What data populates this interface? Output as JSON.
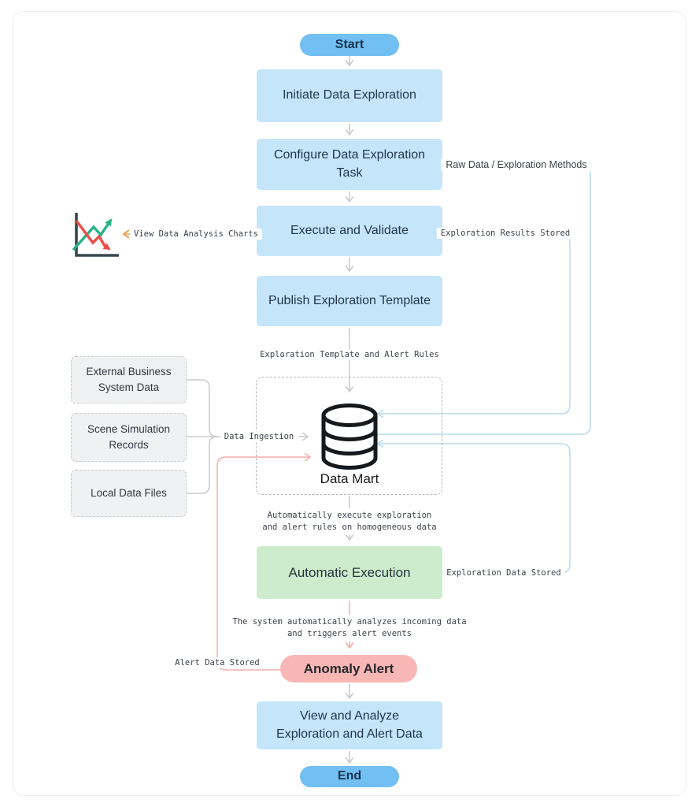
{
  "nodes": {
    "start": "Start",
    "initiate": "Initiate Data Exploration",
    "configure": "Configure Data Exploration Task",
    "execute": "Execute and Validate",
    "publish": "Publish Exploration Template",
    "data_mart": "Data Mart",
    "automatic_execution": "Automatic Execution",
    "anomaly_alert": "Anomaly Alert",
    "view_analyze": "View and Analyze Exploration and Alert Data",
    "end": "End"
  },
  "data_sources": {
    "external": "External Business System Data",
    "scene": "Scene Simulation Records",
    "local": "Local Data Files"
  },
  "edge_labels": {
    "raw_data_methods": "Raw Data / Exploration Methods",
    "exploration_results_stored": "Exploration Results Stored",
    "view_charts": "View Data Analysis Charts",
    "template_and_rules": "Exploration Template and Alert Rules",
    "data_ingestion": "Data Ingestion",
    "auto_rules_line1": "Automatically execute exploration",
    "auto_rules_line2": "and alert rules on homogeneous data",
    "exploration_data_stored": "Exploration Data Stored",
    "alert_events_line1": "The system automatically analyzes incoming data",
    "alert_events_line2": "and triggers alert events",
    "alert_data_stored": "Alert Data Stored"
  },
  "icons": {
    "database": "database-icon",
    "line_chart": "line-chart-icon"
  },
  "colors": {
    "node-blue": "#c5e6fa",
    "pill-blue": "#72bff3",
    "node-green": "#cdeccd",
    "node-pink": "#f8b7b4",
    "line-gray": "#c9ccd1",
    "line-blue": "#b9d9f2",
    "line-pink": "#f5aeab",
    "line-orange": "#f09d44",
    "text-dark": "#20364d",
    "text-label": "#3c434c"
  }
}
